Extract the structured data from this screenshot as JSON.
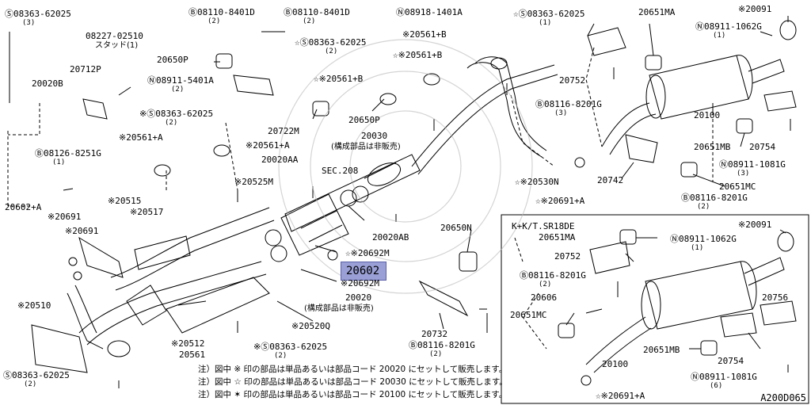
{
  "image_code": "A200D065",
  "highlight": "20602",
  "labels": {
    "s08363_62025_tl": "Ⓢ08363-62025",
    "qty3_a": "(3)",
    "b08110_8401d_1": "Ⓑ08110-8401D",
    "qty2_a": "(2)",
    "b08110_8401d_2": "Ⓑ08110-8401D",
    "qty2_b": "(2)",
    "n08918_1401a": "Ⓝ08918-1401A",
    "s08363_62025_tr": "☆Ⓢ08363-62025",
    "qty1_a": "(1)",
    "p20651ma_top": "20651MA",
    "p20091_top": "※20091",
    "n08911_1062g_top": "Ⓝ08911-1062G",
    "qty1_b": "(1)",
    "p08227_02510": "08227-02510",
    "stud": "スタッド(1)",
    "p20712p": "20712P",
    "p20020b": "20020B",
    "s08363_62025_mid": "☆Ⓢ08363-62025",
    "qty2_c": "(2)",
    "p20561b_1": "※20561+B",
    "p20561b_2": "☆※20561+B",
    "p20650p_left": "20650P",
    "n08911_5401a": "Ⓝ08911-5401A",
    "qty2_d": "(2)",
    "p20561b_3": "☆※20561+B",
    "p20752_top": "20752",
    "b08116_8201g_r": "Ⓑ08116-8201G",
    "qty3_b": "(3)",
    "p20100_top": "20100",
    "s08363_62025_l2": "※Ⓢ08363-62025",
    "qty2_e": "(2)",
    "p20650p_mid": "20650P",
    "p20722m": "20722M",
    "b08126_8251g": "Ⓑ08126-8251G",
    "qty1_c": "(1)",
    "p20561a_1": "※20561+A",
    "p20561a_2": "※20561+A",
    "p20030": "20030",
    "not_sold_1": "(構成部品は非販売)",
    "p20651mb_top": "20651MB",
    "p20754_top": "20754",
    "n08911_1081g_top": "Ⓝ08911-1081G",
    "qty3_c": "(3)",
    "p20020aa": "20020AA",
    "sec208": "SEC.208",
    "p20742": "20742",
    "p20651mc_top": "20651MC",
    "p20525m": "※20525M",
    "p20530n": "☆※20530N",
    "b08116_8201g_r2": "Ⓑ08116-8201G",
    "qty2_f": "(2)",
    "p20691a_top": "☆※20691+A",
    "p20602a": "20602+A",
    "p20691_1": "※20691",
    "p20515": "※20515",
    "p20517": "※20517",
    "p20691_2": "※20691",
    "p20020ab": "20020AB",
    "p20650n": "20650N",
    "p20692m_1": "☆※20692M",
    "p20692m_2": "※20692M",
    "p20020": "20020",
    "not_sold_2": "(構成部品は非販売)",
    "p20510": "※20510",
    "p20520q": "※20520Q",
    "p20512": "※20512",
    "p20561": "20561",
    "s08363_62025_bm": "※Ⓢ08363-62025",
    "qty2_g": "(2)",
    "p20732": "20732",
    "b08116_8201g_b": "Ⓑ08116-8201G",
    "qty2_h": "(2)",
    "s08363_62025_bl": "Ⓢ08363-62025",
    "qty2_i": "(2)",
    "inset_title": "K+K/T.SR18DE",
    "inset_20651ma": "20651MA",
    "inset_20091": "※20091",
    "inset_n08911_1062g": "Ⓝ08911-1062G",
    "qty1_d": "(1)",
    "inset_20752": "20752",
    "inset_b08116": "Ⓑ08116-8201G",
    "qty2_j": "(2)",
    "inset_20606": "20606",
    "inset_20756": "20756",
    "inset_20651mc": "20651MC",
    "inset_20651mb": "20651MB",
    "inset_20754": "20754",
    "inset_20100": "20100",
    "inset_n08911_1081g": "Ⓝ08911-1081G",
    "qty6": "(6)",
    "inset_20691a": "☆※20691+A"
  },
  "notes": [
    "注）図中 ※ 印の部品は単品あるいは部品コード 20020 にセットして販売します。",
    "注）図中 ☆ 印の部品は単品あるいは部品コード 20030 にセットして販売します。",
    "注）図中 ✶ 印の部品は単品あるいは部品コード 20100 にセットして販売します。"
  ]
}
